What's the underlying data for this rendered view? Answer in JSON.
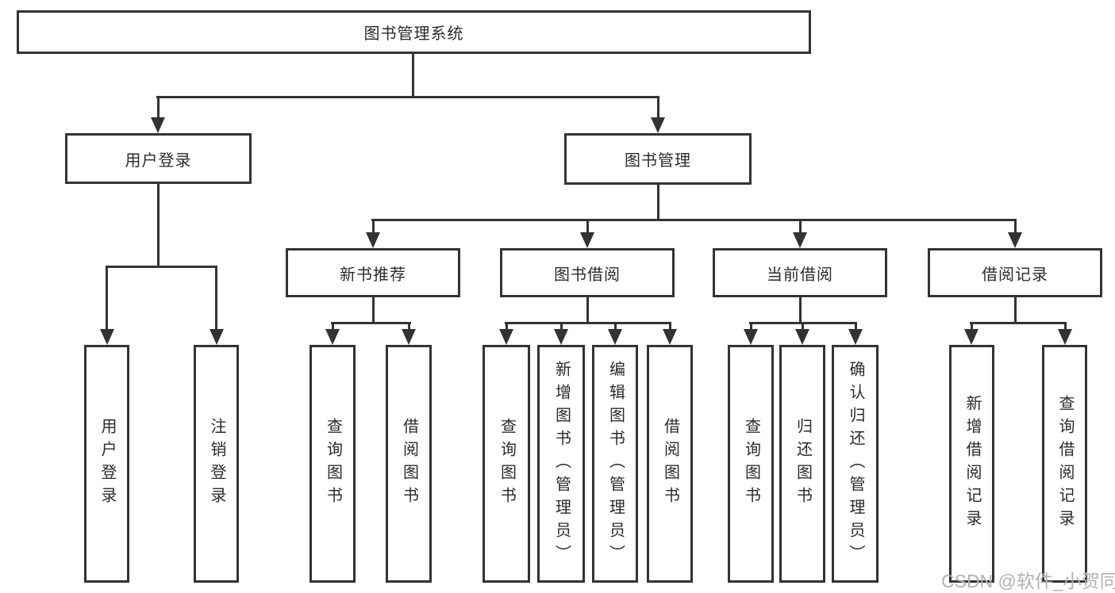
{
  "tree": {
    "label": "图书管理系统",
    "children": [
      {
        "label": "用户登录",
        "children": [
          {
            "label": "用户登录"
          },
          {
            "label": "注销登录"
          }
        ]
      },
      {
        "label": "图书管理",
        "children": [
          {
            "label": "新书推荐",
            "children": [
              {
                "label": "查询图书"
              },
              {
                "label": "借阅图书"
              }
            ]
          },
          {
            "label": "图书借阅",
            "children": [
              {
                "label": "查询图书"
              },
              {
                "label": "新增图书（管理员）"
              },
              {
                "label": "编辑图书（管理员）"
              },
              {
                "label": "借阅图书"
              }
            ]
          },
          {
            "label": "当前借阅",
            "children": [
              {
                "label": "查询图书"
              },
              {
                "label": "归还图书"
              },
              {
                "label": "确认归还（管理员）"
              }
            ]
          },
          {
            "label": "借阅记录",
            "children": [
              {
                "label": "新增借阅记录"
              },
              {
                "label": "查询借阅记录"
              }
            ]
          }
        ]
      }
    ]
  },
  "watermark": {
    "text": "CSDN @软件_小贺同学",
    "color": "#b2b2b2"
  },
  "style": {
    "line_color": "#333333",
    "box_background": "#ffffff",
    "text_color": "#2b2b2b"
  }
}
